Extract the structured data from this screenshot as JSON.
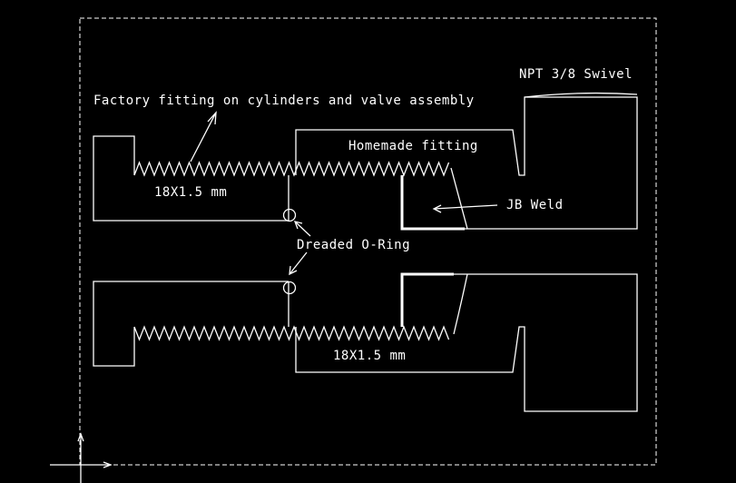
{
  "labels": {
    "factory": "Factory fitting on cylinders and valve assembly",
    "thread_top": "18X1.5 mm",
    "homemade": "Homemade fitting",
    "swivel": "NPT 3/8 Swivel",
    "jb_weld": "JB Weld",
    "oring": "Dreaded O-Ring",
    "thread_bottom": "18X1.5 mm"
  },
  "colors": {
    "background": "#000000",
    "line": "#ffffff"
  }
}
